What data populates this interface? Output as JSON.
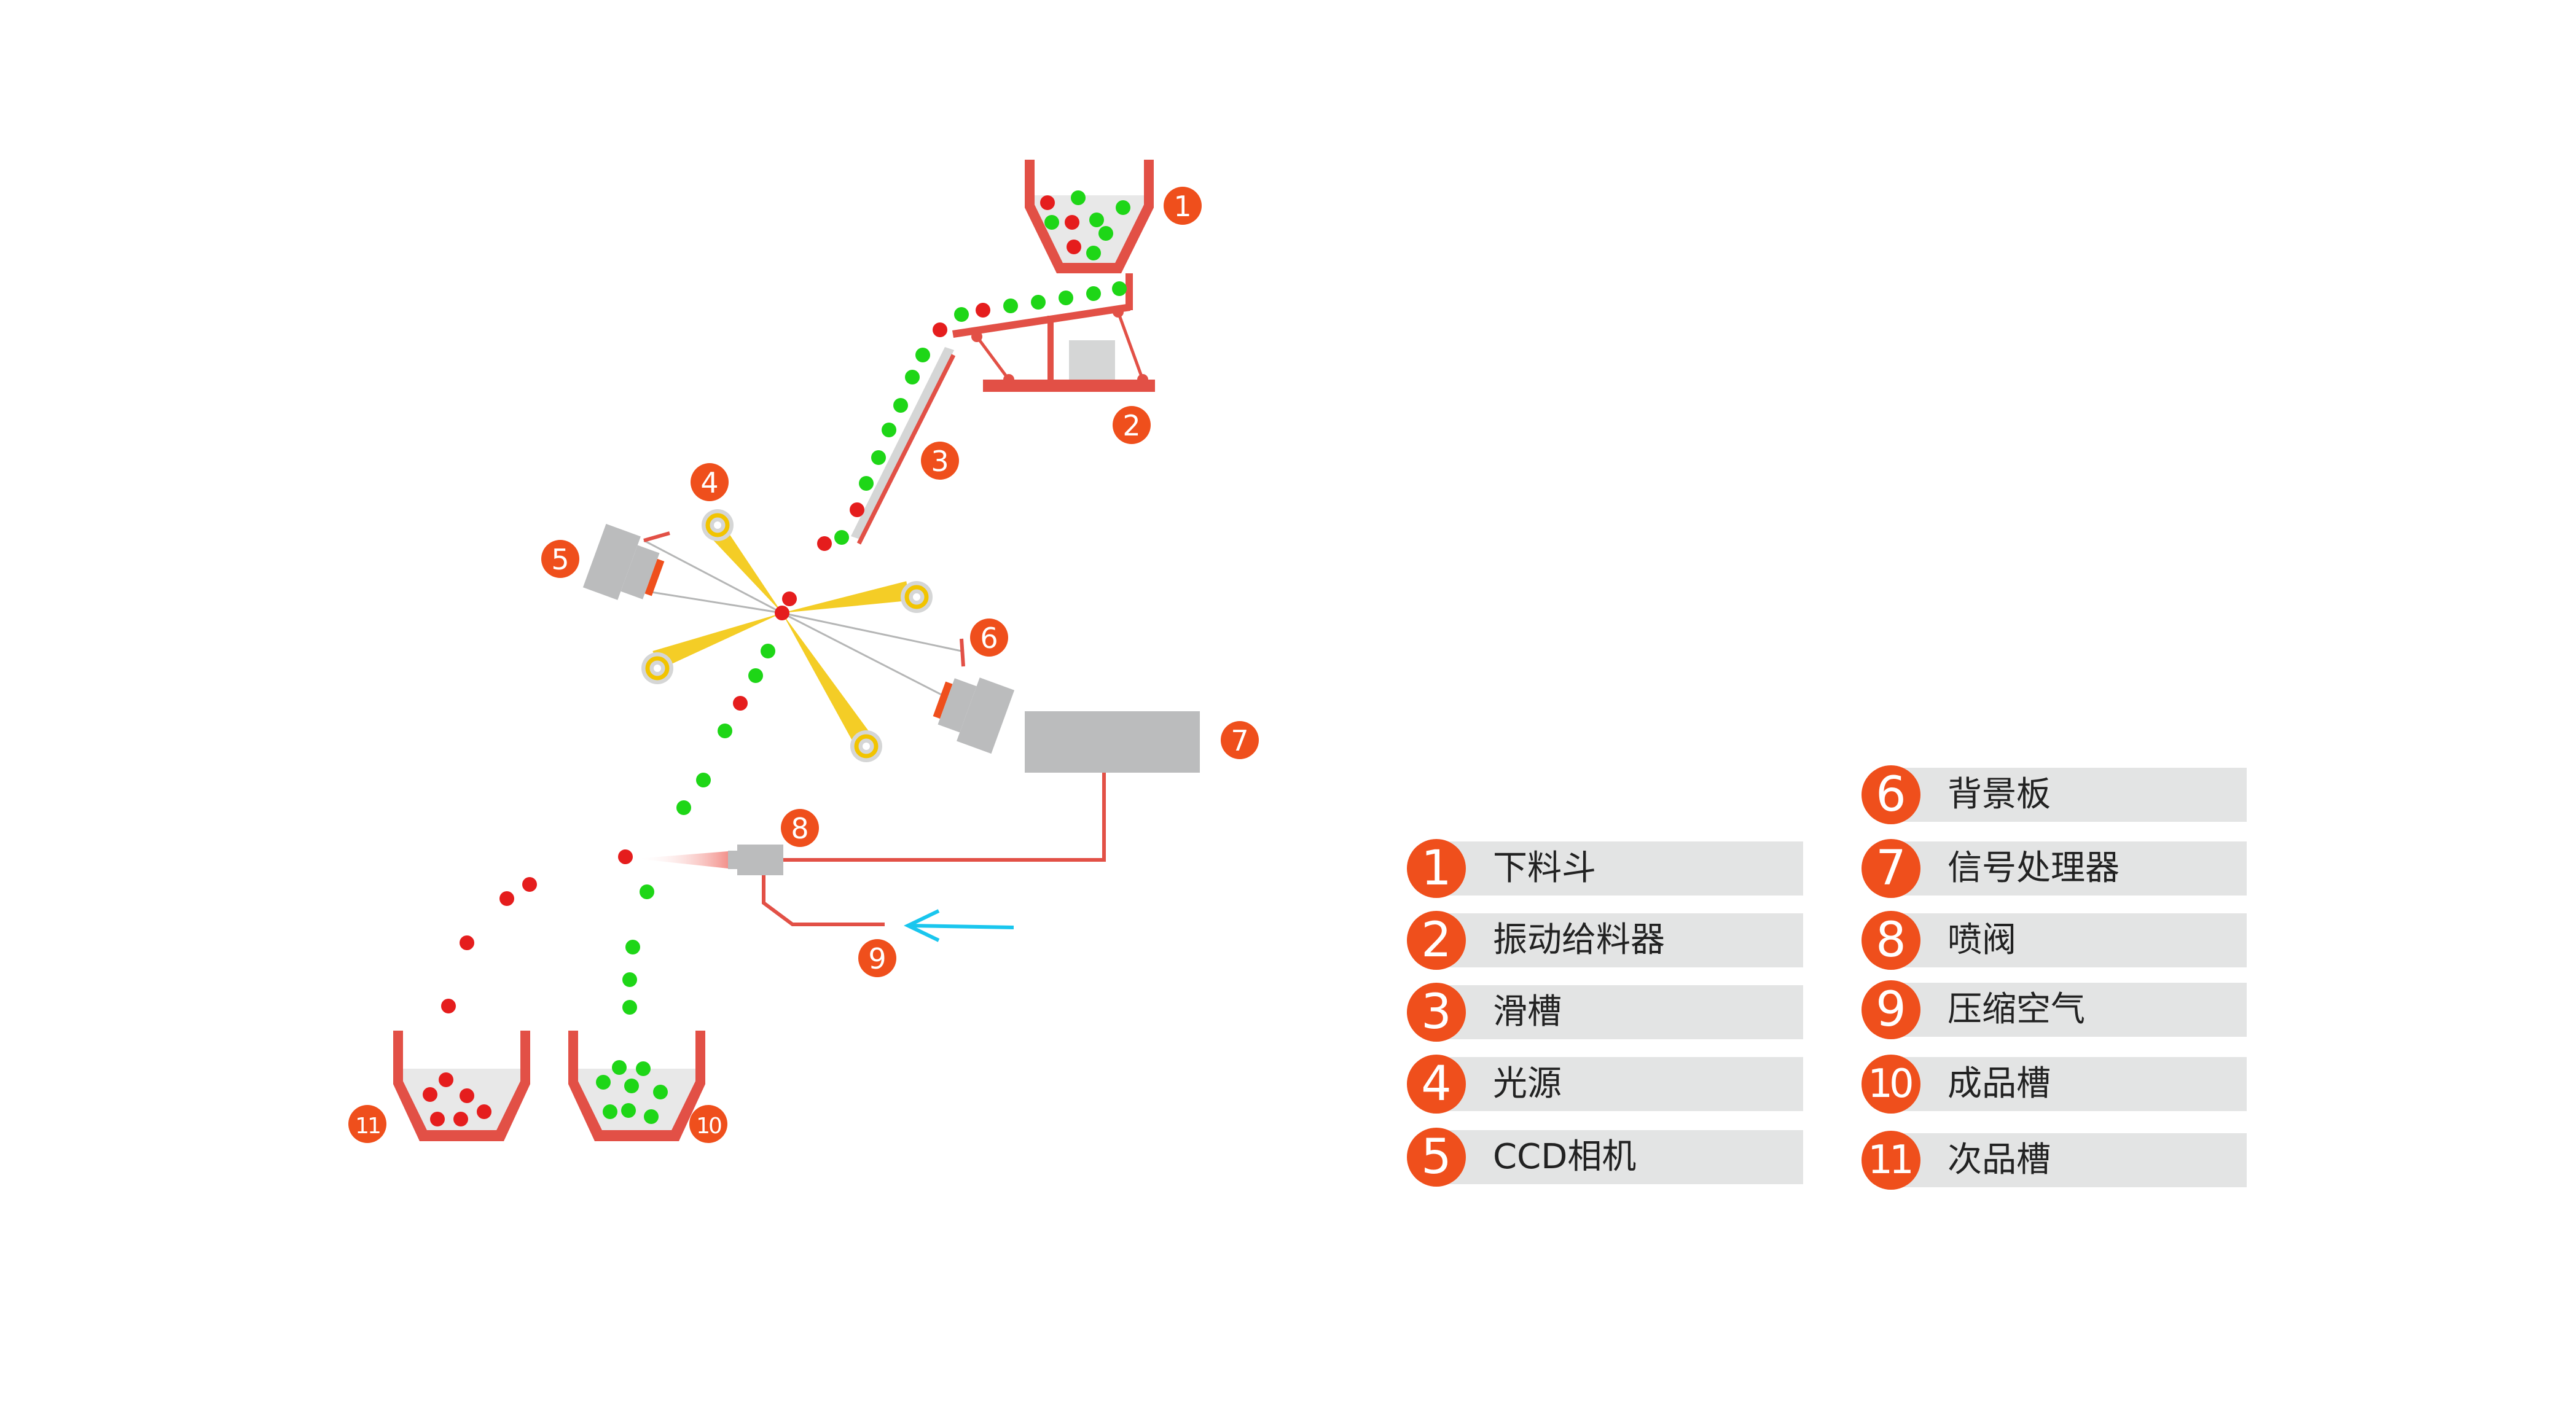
{
  "colors": {
    "accent": "#ef4f1c",
    "line": "#e25046",
    "green": "#1ed617",
    "red": "#e51d1d",
    "gray": "#bbbcbd",
    "yellow": "#f2c400",
    "air_arrow": "#19c6ee",
    "legend_bar": "#e3e4e4"
  },
  "callouts": [
    {
      "n": "1"
    },
    {
      "n": "2"
    },
    {
      "n": "3"
    },
    {
      "n": "4"
    },
    {
      "n": "5"
    },
    {
      "n": "6"
    },
    {
      "n": "7"
    },
    {
      "n": "8"
    },
    {
      "n": "9"
    },
    {
      "n": "10"
    },
    {
      "n": "11"
    }
  ],
  "legend": [
    {
      "num": "1",
      "label": "下料斗"
    },
    {
      "num": "2",
      "label": "振动给料器"
    },
    {
      "num": "3",
      "label": "滑槽"
    },
    {
      "num": "4",
      "label": "光源"
    },
    {
      "num": "5",
      "label": "CCD相机"
    },
    {
      "num": "6",
      "label": "背景板"
    },
    {
      "num": "7",
      "label": "信号处理器"
    },
    {
      "num": "8",
      "label": "喷阀"
    },
    {
      "num": "9",
      "label": "压缩空气"
    },
    {
      "num": "10",
      "label": "成品槽"
    },
    {
      "num": "11",
      "label": "次品槽"
    }
  ]
}
